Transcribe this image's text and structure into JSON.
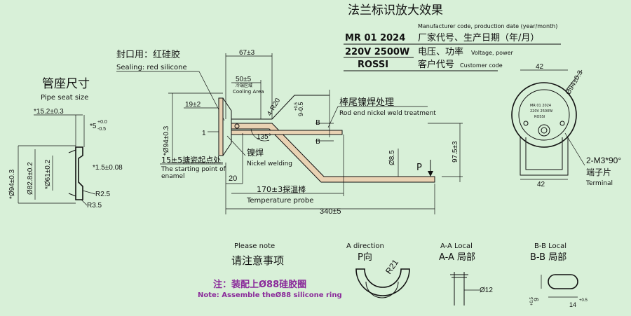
{
  "title_cn": "法兰标识放大效果",
  "marking": {
    "line1": "MR  01  2024",
    "line1_cn": "厂家代号、生产日期（年/月）",
    "line1_en": "Manufacturer code, production date (year/month)",
    "line2": "220V  2500W",
    "line2_cn": "电压、功率",
    "line2_en": "Voltage, power",
    "line3": "ROSSI",
    "line3_cn": "客户代号",
    "line3_en": "Customer code"
  },
  "seal": {
    "cn": "封口用：红硅胶",
    "en": "Sealing: red silicone"
  },
  "pipe_seat": {
    "cn": "管座尺寸",
    "en": "Pipe seat size"
  },
  "rod_end": {
    "cn": "棒尾镍焊处理",
    "en": "Rod end nickel weld treatment"
  },
  "nickel": {
    "cn": "镍焊",
    "en": "Nickel welding"
  },
  "enamel": {
    "cn": "15±5搪瓷起点处",
    "en1": "The starting point of",
    "en2": "enamel"
  },
  "probe": {
    "cn": "170±3探温棒",
    "en": "Temperature probe"
  },
  "cooling": {
    "value": "50±5",
    "cn": "冷端区域",
    "en": "Cooling Area"
  },
  "terminal": {
    "spec": "2-M3*90°",
    "cn": "端子片",
    "en": "Terminal"
  },
  "dims": {
    "d67": "67±3",
    "d19": "19±2",
    "d1": "1",
    "d94": "*Ø94±0.3",
    "d135": "135°",
    "r20": "4-R20",
    "d9": "9-0.5",
    "d9b": "+0.5",
    "b": "B",
    "d85": "Ø8.5",
    "d97": "97.5±3",
    "p": "P",
    "d20": "20",
    "d340": "340±5",
    "d42a": "42",
    "d94b": "Ø94±0.3",
    "d42b": "42",
    "s152": "*15.2±0.3",
    "s5": "*5",
    "s5t": "+0.0",
    "s5b": "-0.5",
    "s94": "*Ø94±0.3",
    "s828": "Ø82.8±0.2",
    "s61": "*Ø61±0.2",
    "s15": "*1.5±0.08",
    "r25": "R2.5",
    "r35": "R3.5"
  },
  "note": {
    "en": "Please note",
    "cn": "请注意事项",
    "cn2": "注：装配上Ø88硅胶圈",
    "en2": "Note: Assemble theØ88 silicone ring"
  },
  "a_dir": {
    "en": "A direction",
    "cn": "P向",
    "r": "R21"
  },
  "aa": {
    "en": "A-A Local",
    "cn": "A-A 局部",
    "d": "Ø12"
  },
  "bb": {
    "en": "B-B Local",
    "cn": "B-B 局部",
    "d1": "14",
    "d1t": "+0.5",
    "d2": "9",
    "d2t": "+0.5",
    "d2b": "-0.0"
  }
}
